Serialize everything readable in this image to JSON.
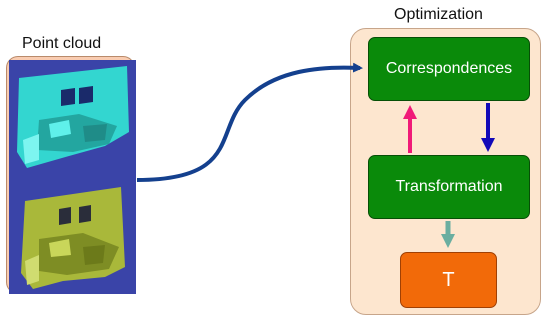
{
  "labels": {
    "point_cloud": "Point cloud",
    "optimization": "Optimization"
  },
  "boxes": {
    "correspondences": "Correspondences",
    "transformation": "Transformation",
    "t": "T"
  },
  "colors": {
    "point_cloud_panel": "#f9ccb1",
    "optimization_panel": "#fde6cf",
    "process_box": "#0a8a0a",
    "output_box": "#f26a09",
    "scan_background": "#3a44a8",
    "scan_top_points": "#33d6d0",
    "scan_bottom_points": "#a9b83a",
    "arrow_input": "#14408e",
    "arrow_up": "#f01a78",
    "arrow_down": "#1208b8",
    "arrow_output": "#6aaea0"
  }
}
